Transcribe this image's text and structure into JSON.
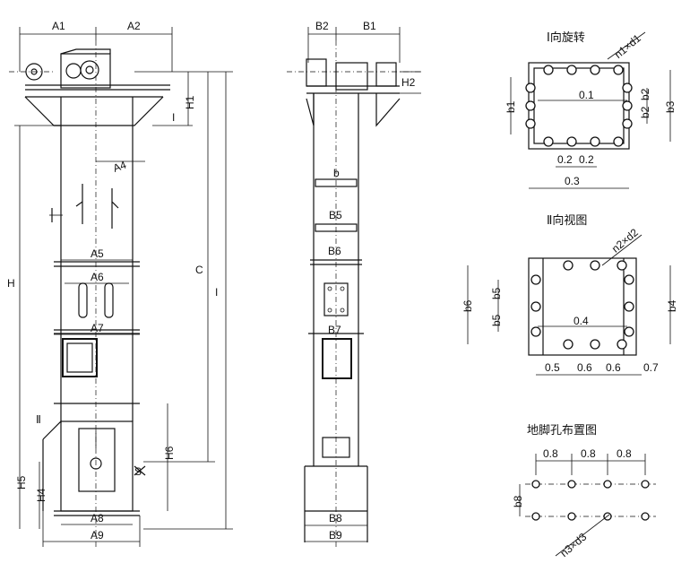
{
  "front_view": {
    "dims": {
      "a1": "A1",
      "a2": "A2",
      "a4": "A4",
      "a5": "A5",
      "a6": "A6",
      "a7": "A7",
      "a8": "A8",
      "a9": "A9",
      "h": "H",
      "h1": "H1",
      "h4": "H4",
      "h5": "H5",
      "h6": "H6",
      "c": "C",
      "i": "I",
      "s": "S"
    },
    "marks": {
      "view_i": "I",
      "view_ii": "Ⅱ"
    }
  },
  "side_view": {
    "dims": {
      "b": "b",
      "b1": "B1",
      "b2": "B2",
      "b5": "B5",
      "b6": "B6",
      "b7": "B7",
      "b8": "B8",
      "b9": "B9",
      "h2": "H2"
    }
  },
  "view_i_detail": {
    "title": "Ⅰ向旋转",
    "holes": "n1×d1",
    "dims": {
      "d1": "0.1",
      "d2a": "0.2",
      "d2b": "0.2",
      "d3": "0.3",
      "b1": "b1",
      "b2a": "b2",
      "b2b": "b2",
      "b3": "b3"
    }
  },
  "view_ii_detail": {
    "title": "Ⅱ向视图",
    "holes": "n2×d2",
    "dims": {
      "d4": "0.4",
      "d5": "0.5",
      "d6a": "0.6",
      "d6b": "0.6",
      "d7": "0.7",
      "b4": "b4",
      "b5a": "b5",
      "b5b": "b5",
      "b6": "b6"
    }
  },
  "foundation_detail": {
    "title": "地脚孔布置图",
    "holes": "n3×d3",
    "dims": {
      "s1": "0.8",
      "s2": "0.8",
      "s3": "0.8",
      "b8": "b8"
    }
  }
}
